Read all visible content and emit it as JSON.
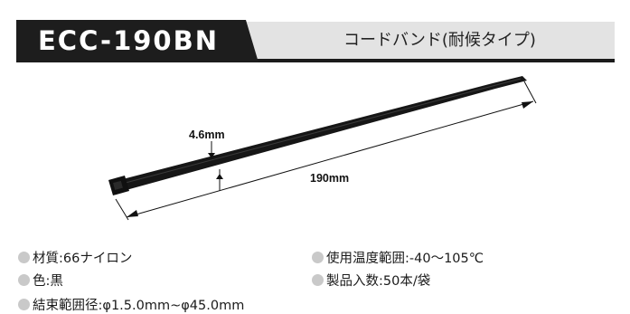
{
  "header": {
    "model": "ECC-190BN",
    "product_name": "コードバンド(耐候タイプ)"
  },
  "figure": {
    "width_label": "4.6mm",
    "length_label": "190mm"
  },
  "specs": [
    {
      "label": "材質:66ナイロン"
    },
    {
      "label": "使用温度範囲:-40〜105℃"
    },
    {
      "label": "色:黒"
    },
    {
      "label": "製品入数:50本/袋"
    },
    {
      "label": "結束範囲径:φ1.5.0mm~φ45.0mm"
    }
  ],
  "colors": {
    "tab_bg": "#1d1d1d",
    "header_bg": "#e3e3e3",
    "bullet": "#c9c9c9",
    "cable_tie": "#151515"
  }
}
